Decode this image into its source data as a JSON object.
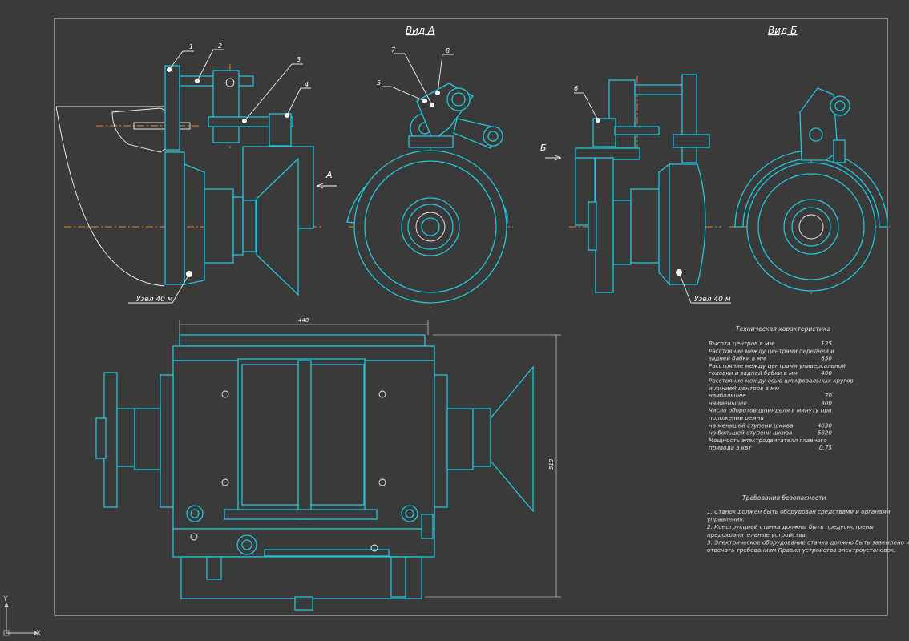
{
  "views": {
    "view_a": "Вид А",
    "view_b": "Вид Б",
    "arrow_a": "А",
    "arrow_b": "Б",
    "node_left": "Узел 40 м",
    "node_right": "Узел 40 м"
  },
  "callouts": [
    "1",
    "2",
    "3",
    "4",
    "5",
    "7",
    "8",
    "6"
  ],
  "dimensions": {
    "width": "440",
    "height": "510"
  },
  "axis": {
    "x": "X",
    "y": "Y"
  },
  "specs": {
    "title": "Техническая характеристика",
    "rows": [
      {
        "text": "Высота центров в мм",
        "value": "125"
      },
      {
        "text": "Расстояние между центрами передней и",
        "value": ""
      },
      {
        "text": "задней бабки в мм",
        "value": "650"
      },
      {
        "text": "Расстояние между центрами универсальной",
        "value": ""
      },
      {
        "text": "головки и задней бабки в мм",
        "value": "400"
      },
      {
        "text": "Расстояние между осью шлифовальных кругов",
        "value": ""
      },
      {
        "text": "и линией центров в мм",
        "value": ""
      },
      {
        "text": "    наибольшее",
        "value": "70"
      },
      {
        "text": "    наименьшее",
        "value": "300"
      },
      {
        "text": "Число оборотов шпинделя в минуту при",
        "value": ""
      },
      {
        "text": "положении ремня",
        "value": ""
      },
      {
        "text": "    на меньшей ступени шкива",
        "value": "4030"
      },
      {
        "text": "    на большей ступени шкива",
        "value": "5820"
      },
      {
        "text": "Мощность электродвигателя главного",
        "value": ""
      },
      {
        "text": "привода в квт",
        "value": "0.75"
      }
    ]
  },
  "safety": {
    "title": "Требования безопасности",
    "lines": [
      "1. Станок должен быть оборудован средствами и органами",
      "    управления.",
      "2. Конструкцией станка должны быть предусмотрены",
      "    предохранительные устройства.",
      "3. Электрическое оборудование станка должно быть заземлено и",
      "    отвечать требованиям Правил устройства электроустановок."
    ]
  }
}
